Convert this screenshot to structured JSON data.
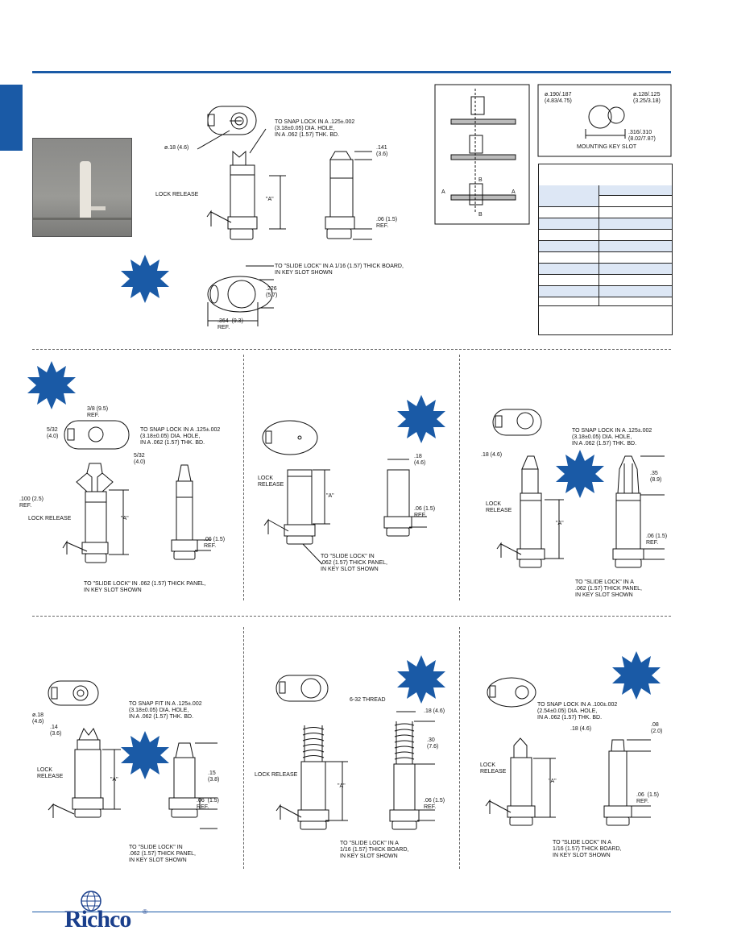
{
  "brand": {
    "name": "Richco",
    "reg": "®",
    "accent": "#1a5aa6",
    "rule_color": "#1a5aa6"
  },
  "item1": {
    "dia_top": "ø.18 (4.6)",
    "snap_note": "TO SNAP LOCK IN A .125±.002\n(3.18±0.05) DIA. HOLE,\nIN A .062 (1.57) THK. BD.",
    "lock_release": "LOCK RELEASE",
    "a_dim": "\"A\"",
    "dim_141": ".141\n(3.6)",
    "dim_06": ".06 (1.5)\nREF.",
    "slide_note": "TO \"SLIDE LOCK\" IN A 1/16 (1.57) THICK BOARD,\nIN KEY SLOT SHOWN",
    "dim_226": ".226\n(5.7)",
    "dim_364": ".364  (9.3)\nREF."
  },
  "mount": {
    "dim_left": "ø.190/.187\n(4.83/4.75)",
    "dim_right": "ø.128/.125\n(3.25/3.18)",
    "dim_bottom": ".316/.310\n(8.02/7.87)",
    "caption": "MOUNTING KEY SLOT",
    "section_b": "B",
    "section_a": "A"
  },
  "item2": {
    "dim_38": "3/8 (9.5)\nREF.",
    "dim_532a": "5/32\n(4.0)",
    "snap_note": "TO SNAP LOCK IN A .125±.002\n(3.18±0.05) DIA. HOLE,\nIN A .062 (1.57) THK. BD.",
    "dim_532b": "5/32\n(4.0)",
    "dim_100": ".100 (2.5)\nREF.",
    "lock_release": "LOCK RELEASE",
    "a_dim": "\"A\"",
    "dim_06": ".06 (1.5)\nREF.",
    "slide_note": "TO \"SLIDE LOCK\" IN .062 (1.57) THICK PANEL,\nIN KEY SLOT SHOWN"
  },
  "item3": {
    "lock_release": "LOCK\nRELEASE",
    "a_dim": "\"A\"",
    "dim_18": ".18\n(4.6)",
    "dim_06": ".06 (1.5)\nREF.",
    "slide_note": "TO \"SLIDE LOCK\" IN\n.062 (1.57) THICK PANEL,\nIN KEY SLOT SHOWN"
  },
  "item4": {
    "snap_note": "TO SNAP LOCK IN A .125±.002\n(3.18±0.05) DIA. HOLE,\nIN A .062 (1.57) THK. BD.",
    "dim_18": ".18 (4.6)",
    "dim_35": ".35\n(8.9)",
    "lock_release": "LOCK\nRELEASE",
    "a_dim": "\"A\"",
    "dim_06": ".06 (1.5)\nREF.",
    "slide_note": "TO \"SLIDE LOCK\" IN A\n.062 (1.57) THICK PANEL,\nIN KEY SLOT SHOWN"
  },
  "item5": {
    "dia": "ø.18\n(4.6)",
    "snap_note": "TO SNAP FIT IN A .125±.002\n(3.18±0.05) DIA. HOLE,\nIN A .062 (1.57) THK. BD.",
    "dim_14": ".14\n(3.6)",
    "lock_release": "LOCK\nRELEASE",
    "a_dim": "\"A\"",
    "dim_15": ".15\n(3.8)",
    "dim_06": ".06  (1.5)\nREF.",
    "slide_note": "TO \"SLIDE LOCK\" IN\n.062 (1.57) THICK PANEL,\nIN KEY SLOT SHOWN"
  },
  "item6": {
    "thread": "6-32 THREAD",
    "dim_18": ".18 (4.6)",
    "dim_30": ".30\n(7.6)",
    "lock_release": "LOCK RELEASE",
    "a_dim": "\"A\"",
    "dim_06": ".06 (1.5)\nREF.",
    "slide_note": "TO \"SLIDE LOCK\" IN A\n1/16 (1.57) THICK BOARD,\nIN KEY SLOT SHOWN"
  },
  "item7": {
    "snap_note": "TO SNAP LOCK IN A .100±.002\n(2.54±0.05) DIA. HOLE,\nIN A .062 (1.57) THK. BD.",
    "dim_18": ".18 (4.6)",
    "dim_08": ".08\n(2.0)",
    "lock_release": "LOCK\nRELEASE",
    "a_dim": "\"A\"",
    "dim_06": ".06  (1.5)\nREF.",
    "slide_note": "TO \"SLIDE LOCK\" IN A\n1/16 (1.57) THICK BOARD,\nIN KEY SLOT SHOWN"
  }
}
